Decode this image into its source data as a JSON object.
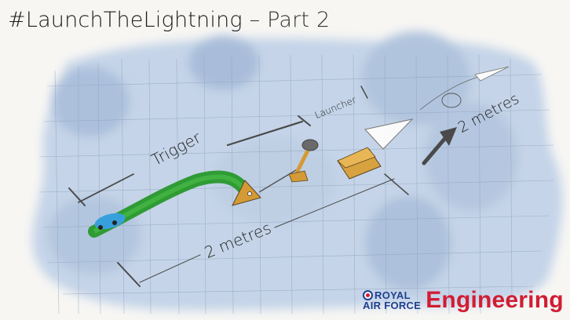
{
  "title": {
    "main": "#LaunchTheLightning",
    "separator": " – ",
    "part": "Part 2"
  },
  "labels": {
    "trigger": "Trigger",
    "launcher": "Launcher",
    "distance_bottom": "2 metres",
    "distance_right": "2 metres"
  },
  "logo": {
    "line1": "ROYAL",
    "line2": "AIR FORCE",
    "brand": "Engineering"
  },
  "colors": {
    "background": "#f7f6f3",
    "wash": "#b9cbe2",
    "track": "#3aa33a",
    "car": "#3a9ed8",
    "wood": "#d7a040",
    "raf_blue": "#1f3f8f",
    "raf_red": "#d11d33"
  }
}
